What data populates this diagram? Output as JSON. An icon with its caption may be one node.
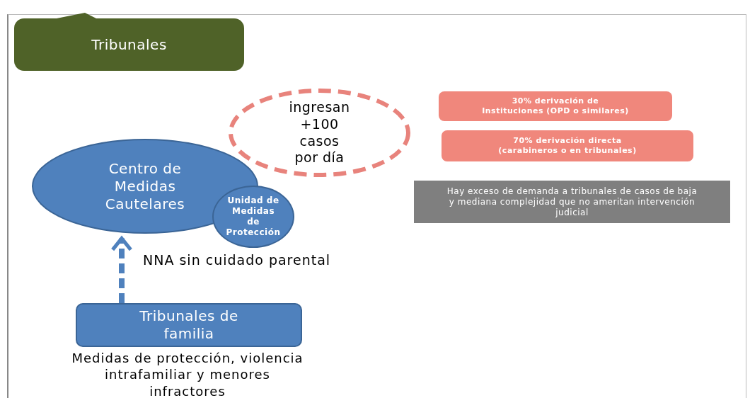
{
  "diagram": {
    "nodes": [
      {
        "text": [
          "Tribunales"
        ]
      },
      {
        "text": [
          "ingresan +100 casos por día"
        ]
      },
      {
        "text": [
          "Centro de Medidas Cautelares"
        ]
      },
      {
        "text": [
          "Unidad de Medidas de Protección"
        ]
      },
      {
        "text": [
          "30% derivación de Instituciones (OPD o similares)"
        ]
      },
      {
        "text": [
          "70% derivación directa (carabineros o en tribunales)"
        ]
      },
      {
        "text": [
          "Hay exceso de demanda a tribunales de casos de baja y mediana complejidad que no ameritan intervención judicial"
        ]
      },
      {
        "text": [
          "Tribunales de familia"
        ],
        "beside": [
          "Medidas de protección, violencia intrafamiliar y menores infractores"
        ]
      }
    ],
    "edges": [
      {
        "from": 7,
        "to": 2,
        "arrow": "to",
        "style": "dashed",
        "label": "NNA sin cuidado parental"
      }
    ]
  }
}
